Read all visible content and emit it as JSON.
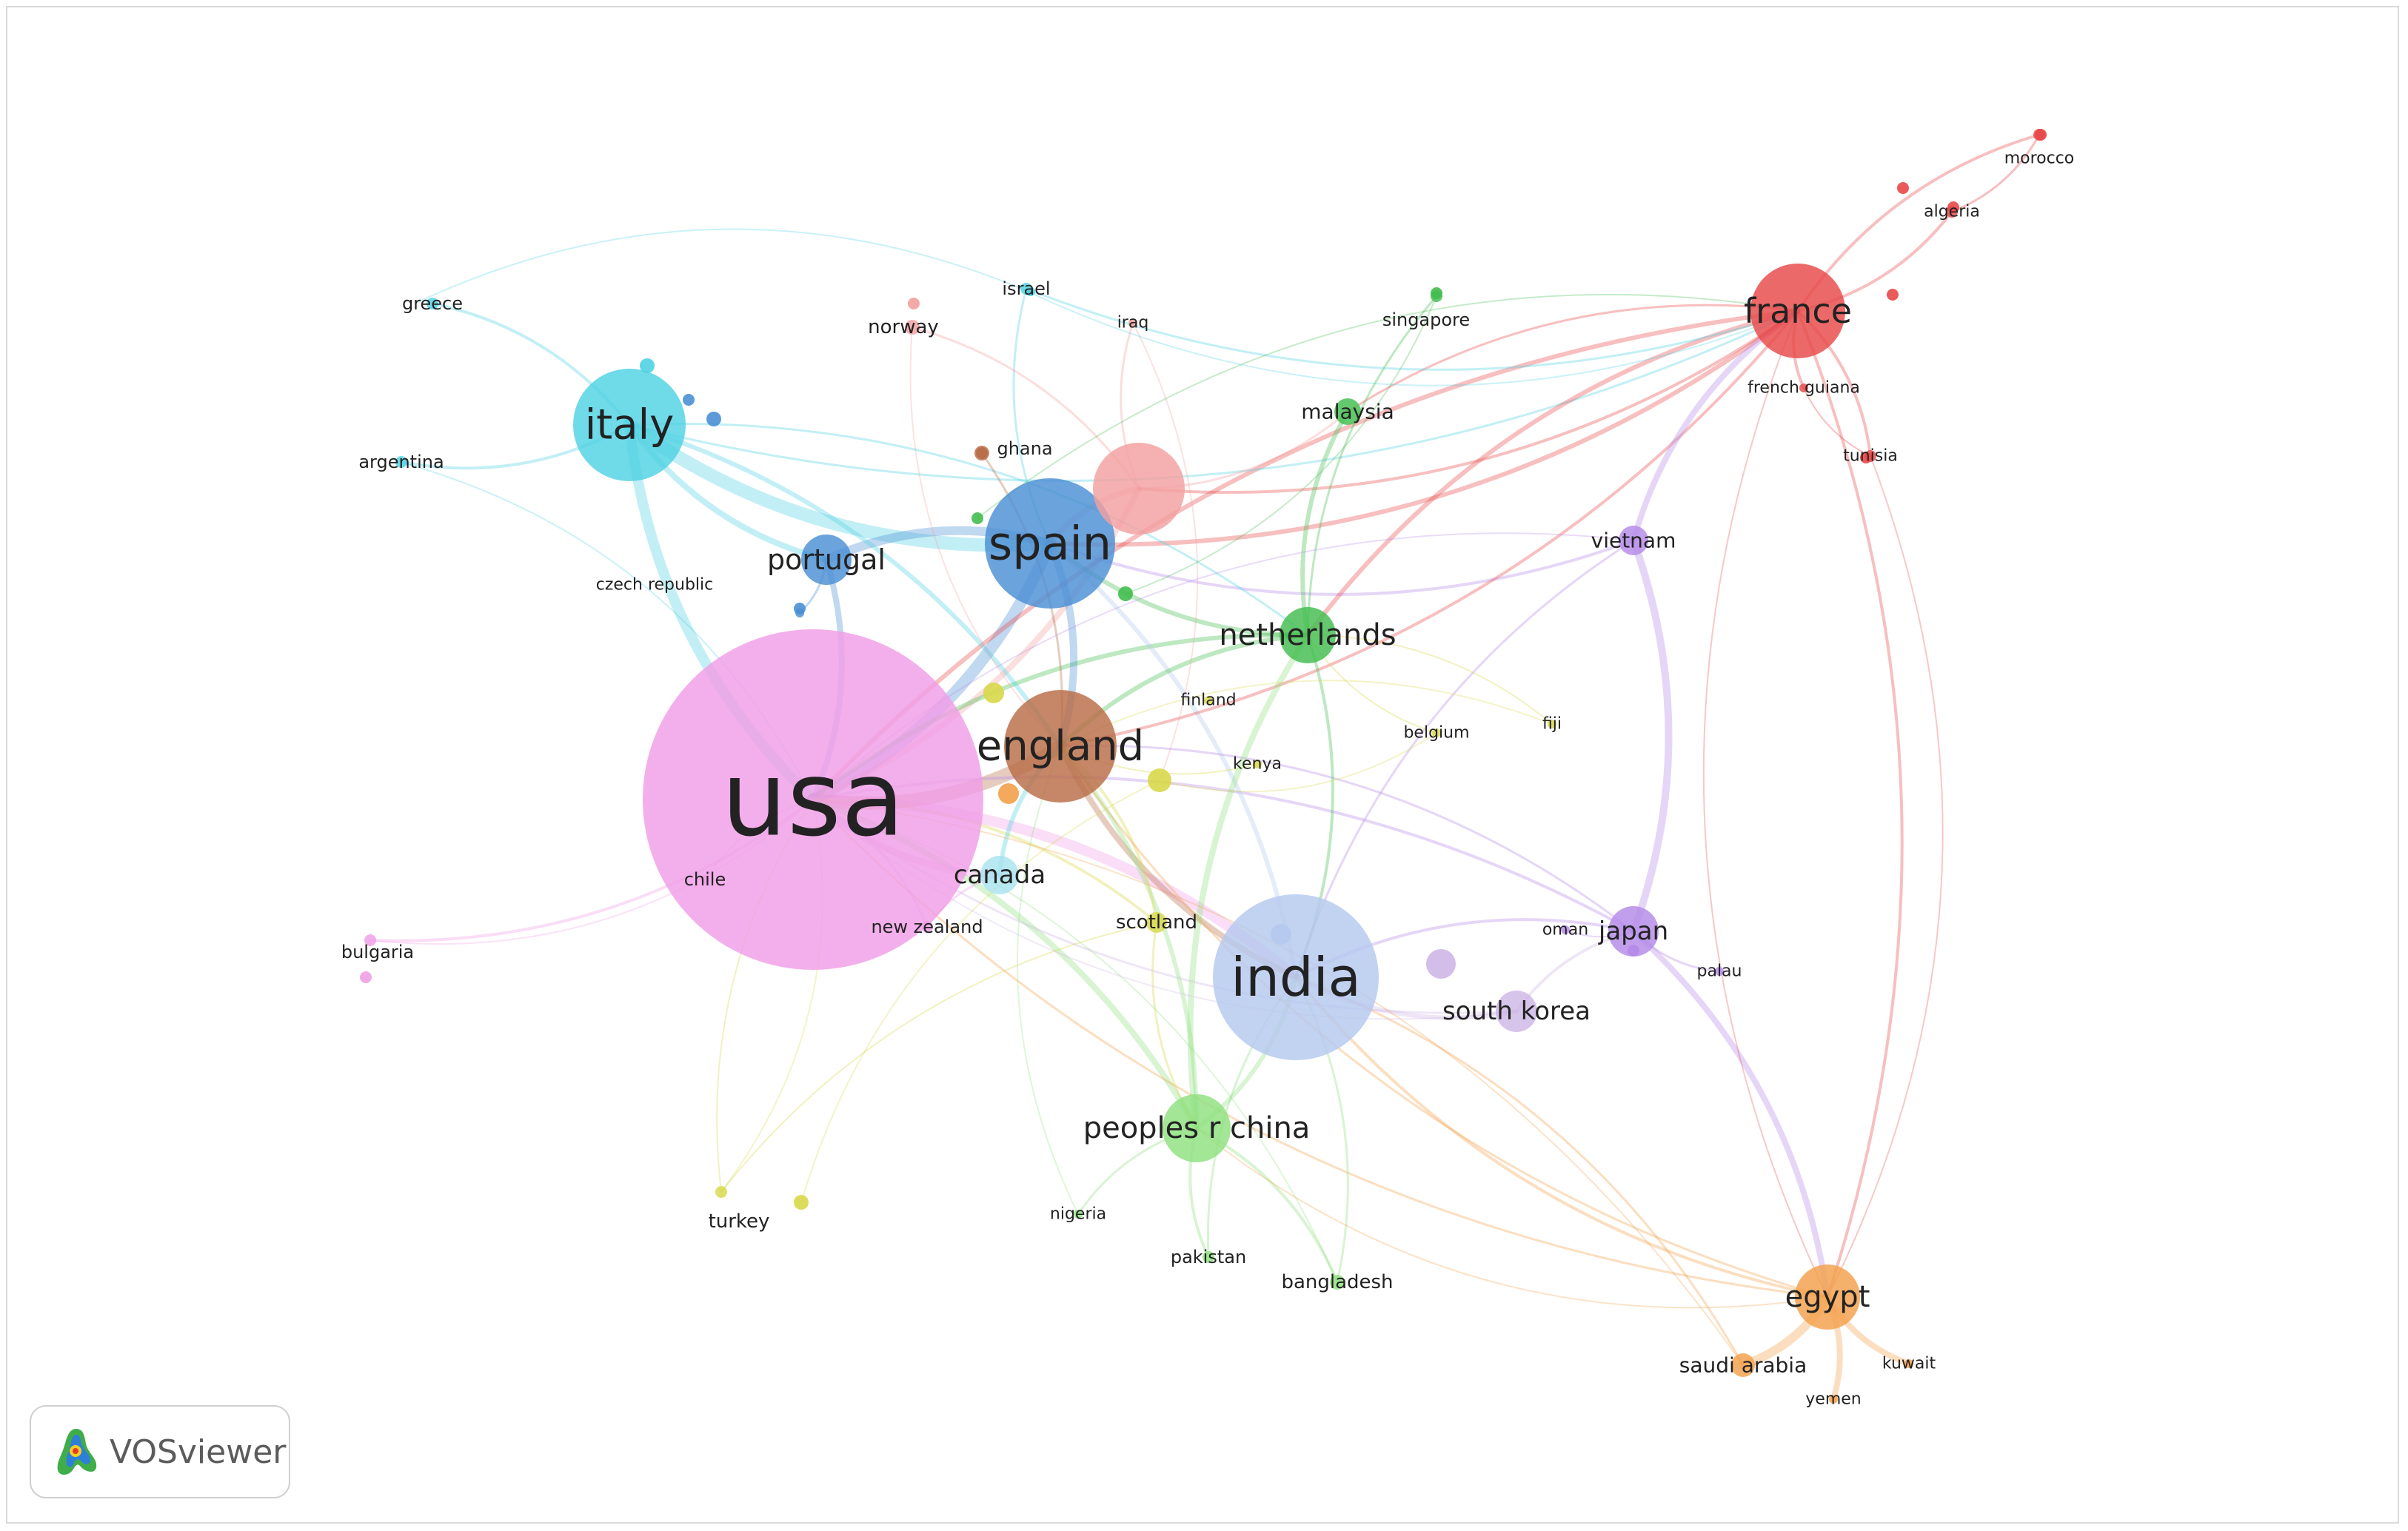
{
  "network": {
    "nodes": [
      {
        "id": "usa",
        "label": "usa",
        "cluster": "pink",
        "weight": 1.0
      },
      {
        "id": "india",
        "label": "india",
        "cluster": "lightblue",
        "weight": 0.55
      },
      {
        "id": "spain",
        "label": "spain",
        "cluster": "blue",
        "weight": 0.42
      },
      {
        "id": "italy",
        "label": "italy",
        "cluster": "cyan",
        "weight": 0.36
      },
      {
        "id": "england",
        "label": "england",
        "cluster": "brown",
        "weight": 0.4
      },
      {
        "id": "france",
        "label": "france",
        "cluster": "red",
        "weight": 0.3
      },
      {
        "id": "unlabeled-salmon",
        "label": "",
        "cluster": "salmon",
        "weight": 0.28
      },
      {
        "id": "netherlands",
        "label": "netherlands",
        "cluster": "green",
        "weight": 0.18
      },
      {
        "id": "portugal",
        "label": "portugal",
        "cluster": "blue",
        "weight": 0.16
      },
      {
        "id": "peoples-r-china",
        "label": "peoples r china",
        "cluster": "lightgreen",
        "weight": 0.22
      },
      {
        "id": "egypt",
        "label": "egypt",
        "cluster": "orange",
        "weight": 0.21
      },
      {
        "id": "canada",
        "label": "canada",
        "cluster": "lightcyan",
        "weight": 0.12
      },
      {
        "id": "japan",
        "label": "japan",
        "cluster": "purple",
        "weight": 0.17
      },
      {
        "id": "south-korea",
        "label": "south korea",
        "cluster": "lavender",
        "weight": 0.12
      },
      {
        "id": "vietnam",
        "label": "vietnam",
        "cluster": "purple",
        "weight": 0.1
      },
      {
        "id": "malaysia",
        "label": "malaysia",
        "cluster": "green",
        "weight": 0.09
      },
      {
        "id": "greece",
        "label": "greece",
        "cluster": "cyan",
        "weight": 0.05
      },
      {
        "id": "argentina",
        "label": "argentina",
        "cluster": "cyan",
        "weight": 0.05
      },
      {
        "id": "czech-republic",
        "label": "czech republic",
        "cluster": "blue",
        "weight": 0.04
      },
      {
        "id": "israel",
        "label": "israel",
        "cluster": "cyan",
        "weight": 0.05
      },
      {
        "id": "norway",
        "label": "norway",
        "cluster": "salmon",
        "weight": 0.06
      },
      {
        "id": "iraq",
        "label": "iraq",
        "cluster": "salmon",
        "weight": 0.04
      },
      {
        "id": "ghana",
        "label": "ghana",
        "cluster": "brown",
        "weight": 0.05
      },
      {
        "id": "singapore",
        "label": "singapore",
        "cluster": "green",
        "weight": 0.05
      },
      {
        "id": "morocco",
        "label": "morocco",
        "cluster": "red",
        "weight": 0.05
      },
      {
        "id": "algeria",
        "label": "algeria",
        "cluster": "red",
        "weight": 0.05
      },
      {
        "id": "french-guiana",
        "label": "french guiana",
        "cluster": "red",
        "weight": 0.04
      },
      {
        "id": "tunisia",
        "label": "tunisia",
        "cluster": "red",
        "weight": 0.05
      },
      {
        "id": "finland",
        "label": "finland",
        "cluster": "yellow",
        "weight": 0.04
      },
      {
        "id": "belgium",
        "label": "belgium",
        "cluster": "yellow",
        "weight": 0.04
      },
      {
        "id": "fiji",
        "label": "fiji",
        "cluster": "yellow",
        "weight": 0.04
      },
      {
        "id": "kenya",
        "label": "kenya",
        "cluster": "yellow",
        "weight": 0.04
      },
      {
        "id": "chile",
        "label": "chile",
        "cluster": "pink",
        "weight": 0.04
      },
      {
        "id": "new-zealand",
        "label": "new zealand",
        "cluster": "pink",
        "weight": 0.05
      },
      {
        "id": "scotland",
        "label": "scotland",
        "cluster": "yellow",
        "weight": 0.07
      },
      {
        "id": "bulgaria",
        "label": "bulgaria",
        "cluster": "pink",
        "weight": 0.04
      },
      {
        "id": "oman",
        "label": "oman",
        "cluster": "purple",
        "weight": 0.04
      },
      {
        "id": "palau",
        "label": "palau",
        "cluster": "purple",
        "weight": 0.04
      },
      {
        "id": "turkey",
        "label": "turkey",
        "cluster": "yellow",
        "weight": 0.05
      },
      {
        "id": "nigeria",
        "label": "nigeria",
        "cluster": "lightgreen",
        "weight": 0.04
      },
      {
        "id": "pakistan",
        "label": "pakistan",
        "cluster": "lightgreen",
        "weight": 0.05
      },
      {
        "id": "bangladesh",
        "label": "bangladesh",
        "cluster": "lightgreen",
        "weight": 0.05
      },
      {
        "id": "saudi-arabia",
        "label": "saudi arabia",
        "cluster": "orange",
        "weight": 0.07
      },
      {
        "id": "kuwait",
        "label": "kuwait",
        "cluster": "orange",
        "weight": 0.04
      },
      {
        "id": "yemen",
        "label": "yemen",
        "cluster": "orange",
        "weight": 0.04
      }
    ],
    "clusters": {
      "pink": "#f09ee6",
      "lightblue": "#b5c8ee",
      "blue": "#4a8fd4",
      "cyan": "#4fd2e3",
      "brown": "#b86d47",
      "red": "#e84848",
      "salmon": "#f3a0a0",
      "green": "#42bd4e",
      "lightgreen": "#8fe07f",
      "orange": "#f3a04a",
      "lightcyan": "#a8e3ee",
      "purple": "#b58ae8",
      "lavender": "#cdb7e6",
      "yellow": "#d8d84a"
    }
  },
  "branding": {
    "logo_text": "VOSviewer",
    "logo_icon": "vosviewer-logo-icon"
  }
}
